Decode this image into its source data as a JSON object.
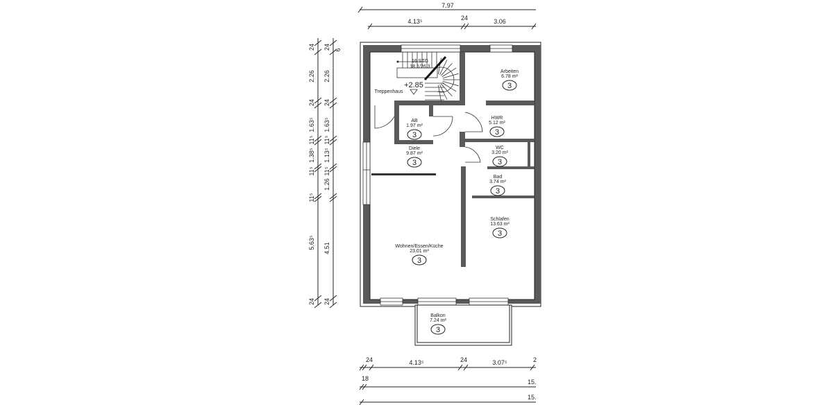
{
  "dimensions": {
    "top": {
      "total": "7.97",
      "left": "4.13⁵",
      "wall": "24",
      "right": "3.06"
    },
    "bottom": {
      "wall_left": "24",
      "left": "4.13⁵",
      "wall_mid": "24",
      "right": "3.07⁵",
      "wall_right": "2",
      "offset": "18",
      "total_1": "15.",
      "total_2": "15."
    },
    "left_outer": [
      "24",
      "2.26",
      "24",
      "1.63⁵",
      "11⁵",
      "1.38⁵",
      "11⁵",
      "11⁵",
      "5.63⁵",
      "24"
    ],
    "left_inner": [
      "24",
      "6",
      "2.26",
      "24",
      "1.63⁵",
      "11⁵",
      "1.13⁵",
      "11⁵",
      "1.26",
      "4.51",
      "24"
    ]
  },
  "stairs": {
    "steps": "16 STG",
    "ratio": "18.1/26.3",
    "level": "+2.85"
  },
  "rooms": [
    {
      "name": "Treppenhaus",
      "area": "",
      "tag": ""
    },
    {
      "name": "AB",
      "area": "1.97 m²",
      "tag": "3"
    },
    {
      "name": "Diele",
      "area": "9.87 m²",
      "tag": "3"
    },
    {
      "name": "Wohnen/Essen/Küche",
      "area": "23.01 m²",
      "tag": "3"
    },
    {
      "name": "Arbeiten",
      "area": "6.78 m²",
      "tag": "3"
    },
    {
      "name": "HWR",
      "area": "5.12 m²",
      "tag": "3"
    },
    {
      "name": "WC",
      "area": "3.20 m²",
      "tag": "3"
    },
    {
      "name": "Bad",
      "area": "3.74 m²",
      "tag": "3"
    },
    {
      "name": "Schlafen",
      "area": "13.63 m²",
      "tag": "3"
    },
    {
      "name": "Balkon",
      "area": "7.24 m²",
      "tag": "3"
    }
  ]
}
